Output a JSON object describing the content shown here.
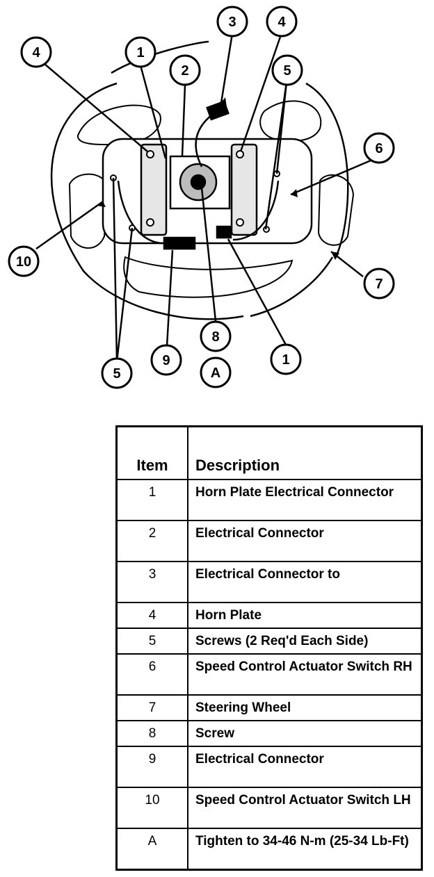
{
  "callouts": [
    "4",
    "1",
    "3",
    "4",
    "2",
    "5",
    "6",
    "10",
    "7",
    "5",
    "9",
    "8",
    "A",
    "1"
  ],
  "legend": {
    "header_item": "Item",
    "header_description": "Description",
    "rows": [
      {
        "item": "1",
        "description": "Horn Plate Electrical Connector"
      },
      {
        "item": "2",
        "description": "Electrical Connector"
      },
      {
        "item": "3",
        "description": "Electrical Connector to"
      },
      {
        "item": "4",
        "description": "Horn Plate"
      },
      {
        "item": "5",
        "description": "Screws (2 Req'd Each Side)"
      },
      {
        "item": "6",
        "description": "Speed Control Actuator Switch RH"
      },
      {
        "item": "7",
        "description": "Steering Wheel"
      },
      {
        "item": "8",
        "description": "Screw"
      },
      {
        "item": "9",
        "description": "Electrical Connector"
      },
      {
        "item": "10",
        "description": "Speed Control Actuator Switch LH"
      },
      {
        "item": "A",
        "description": "Tighten to 34-46 N-m (25-34 Lb-Ft)"
      }
    ]
  }
}
